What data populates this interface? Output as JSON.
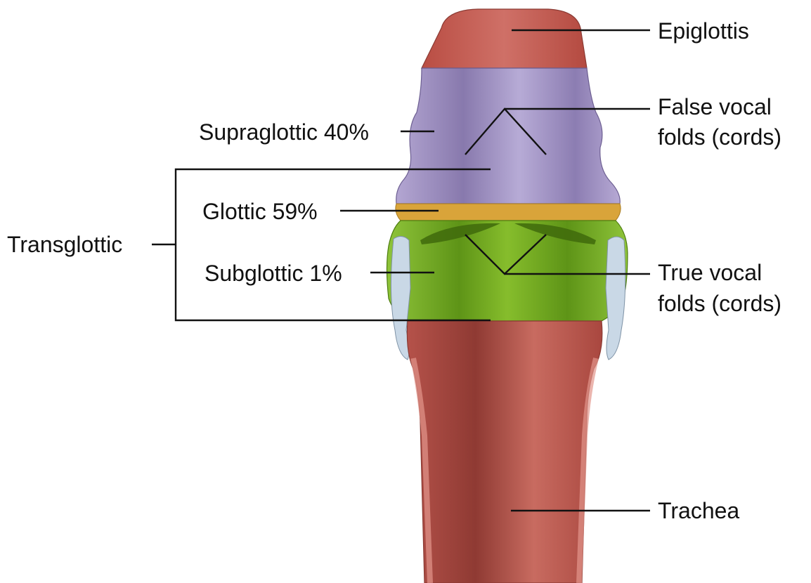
{
  "labels": {
    "epiglottis": "Epiglottis",
    "false_folds": [
      "False vocal",
      "folds (cords)"
    ],
    "supraglottic": "Supraglottic 40%",
    "glottic": "Glottic 59%",
    "transglottic": "Transglottic",
    "subglottic": "Subglottic 1%",
    "true_folds": [
      "True vocal",
      "folds (cords)"
    ],
    "trachea": "Trachea"
  },
  "colors": {
    "tissue_red": "#b5524a",
    "supraglottic_purple": "#9a8bbd",
    "glottic_orange": "#d9a43a",
    "subglottic_green": "#79b027",
    "cartilage_pale": "#c9d8e6"
  }
}
